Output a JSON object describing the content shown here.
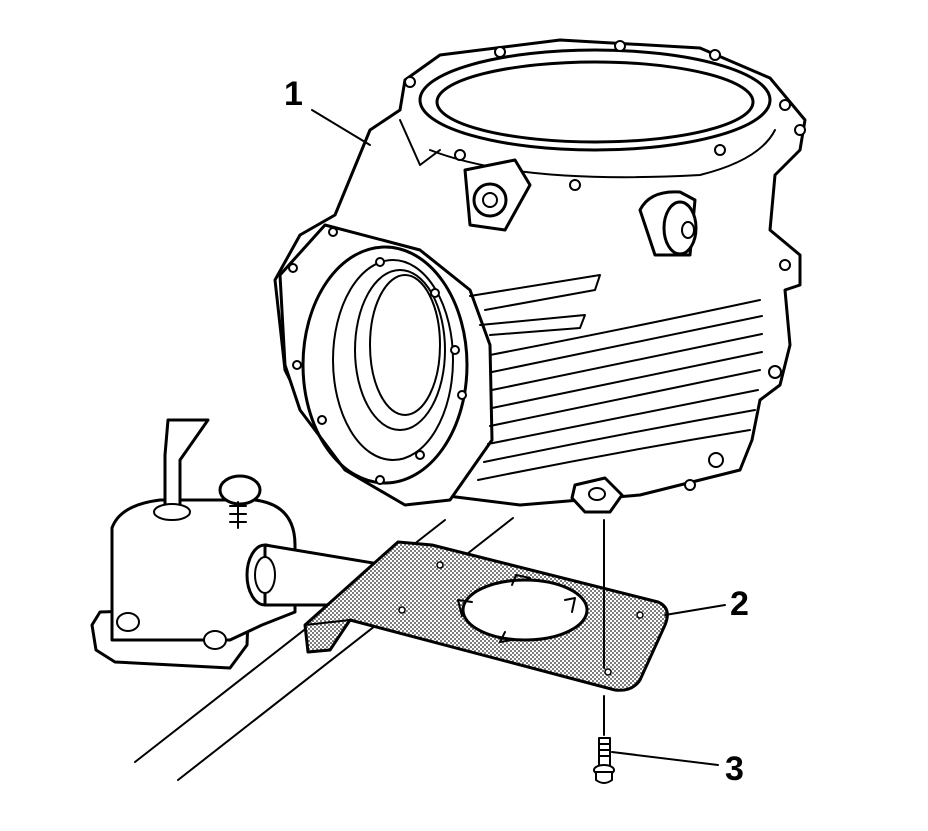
{
  "callouts": [
    {
      "id": "1",
      "label": "1"
    },
    {
      "id": "2",
      "label": "2"
    },
    {
      "id": "3",
      "label": "3"
    }
  ],
  "colors": {
    "line": "#000000",
    "background": "#ffffff",
    "plate_fill": "#9a9a9a"
  }
}
